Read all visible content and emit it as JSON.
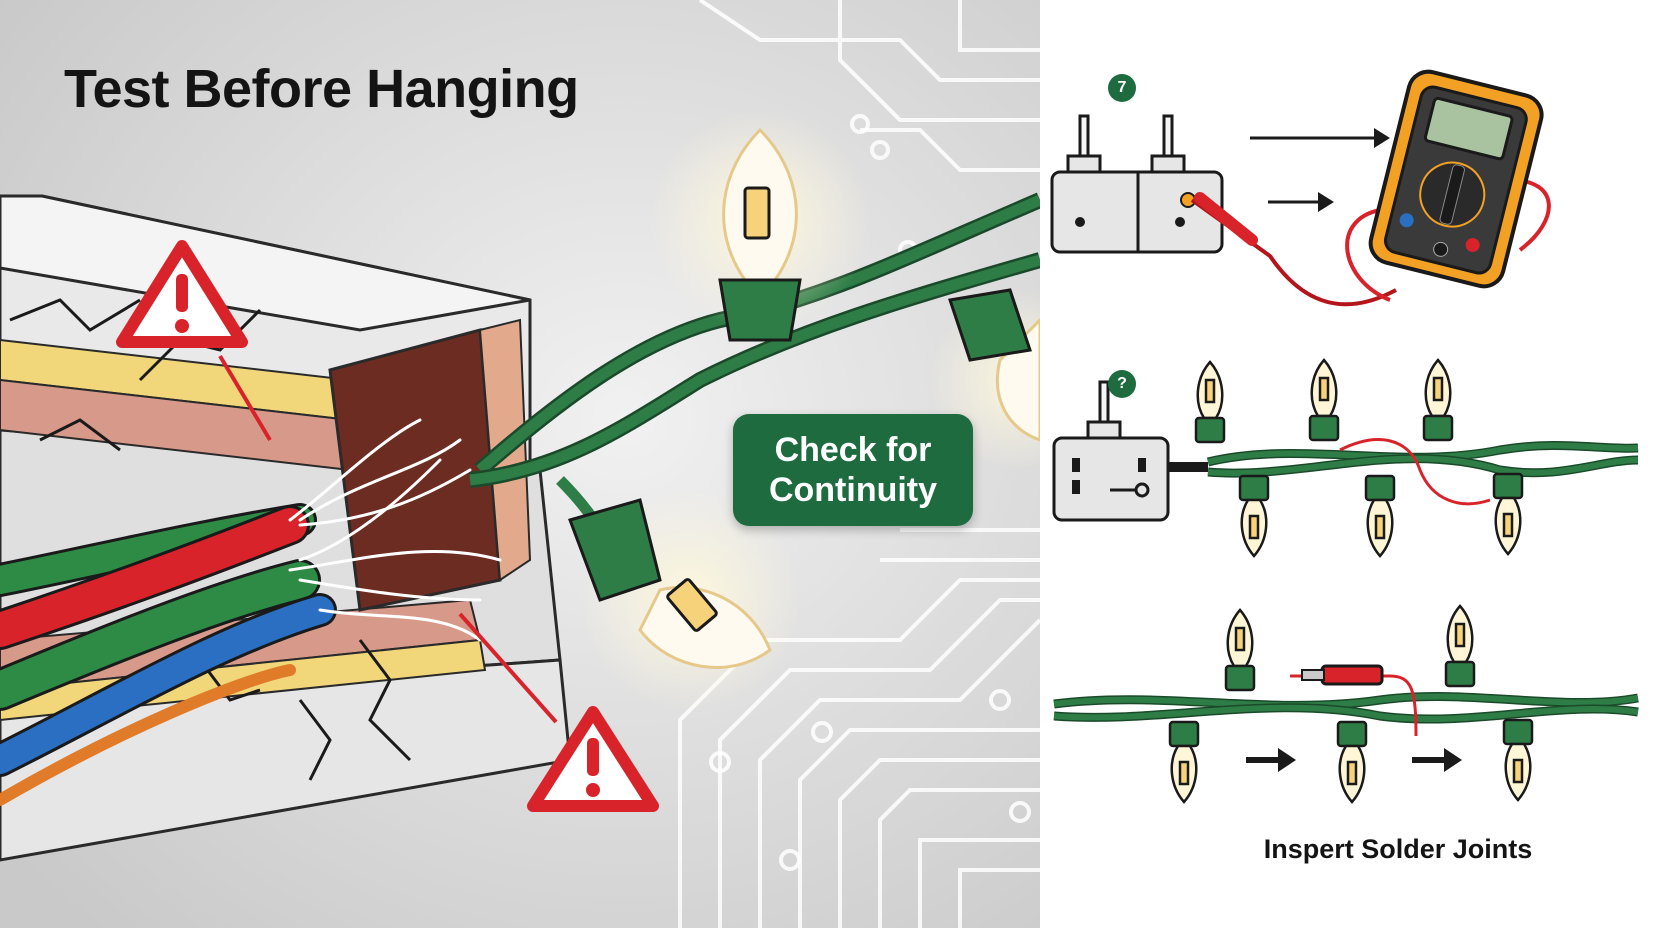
{
  "header": {
    "title": "Test Before Hanging"
  },
  "callout": {
    "line1": "Check for",
    "line2": "Continuity"
  },
  "steps": [
    {
      "badge": "7",
      "subject": "continuity test with multimeter"
    },
    {
      "badge": "?",
      "subject": "string plugged in with wire bypass"
    },
    {
      "badge": "",
      "subject": "solder joint inspection"
    }
  ],
  "caption": "Inspert Solder Joints",
  "colors": {
    "accent_green": "#1e6b3f",
    "warning_red": "#d9232a",
    "meter_orange": "#f2a125",
    "wire_green": "#2e7d46",
    "bulb_glow": "#fff6d8"
  },
  "icons": [
    "warning-icon",
    "multimeter-icon",
    "plug-icon",
    "arrow-right-icon",
    "bulb-icon"
  ]
}
